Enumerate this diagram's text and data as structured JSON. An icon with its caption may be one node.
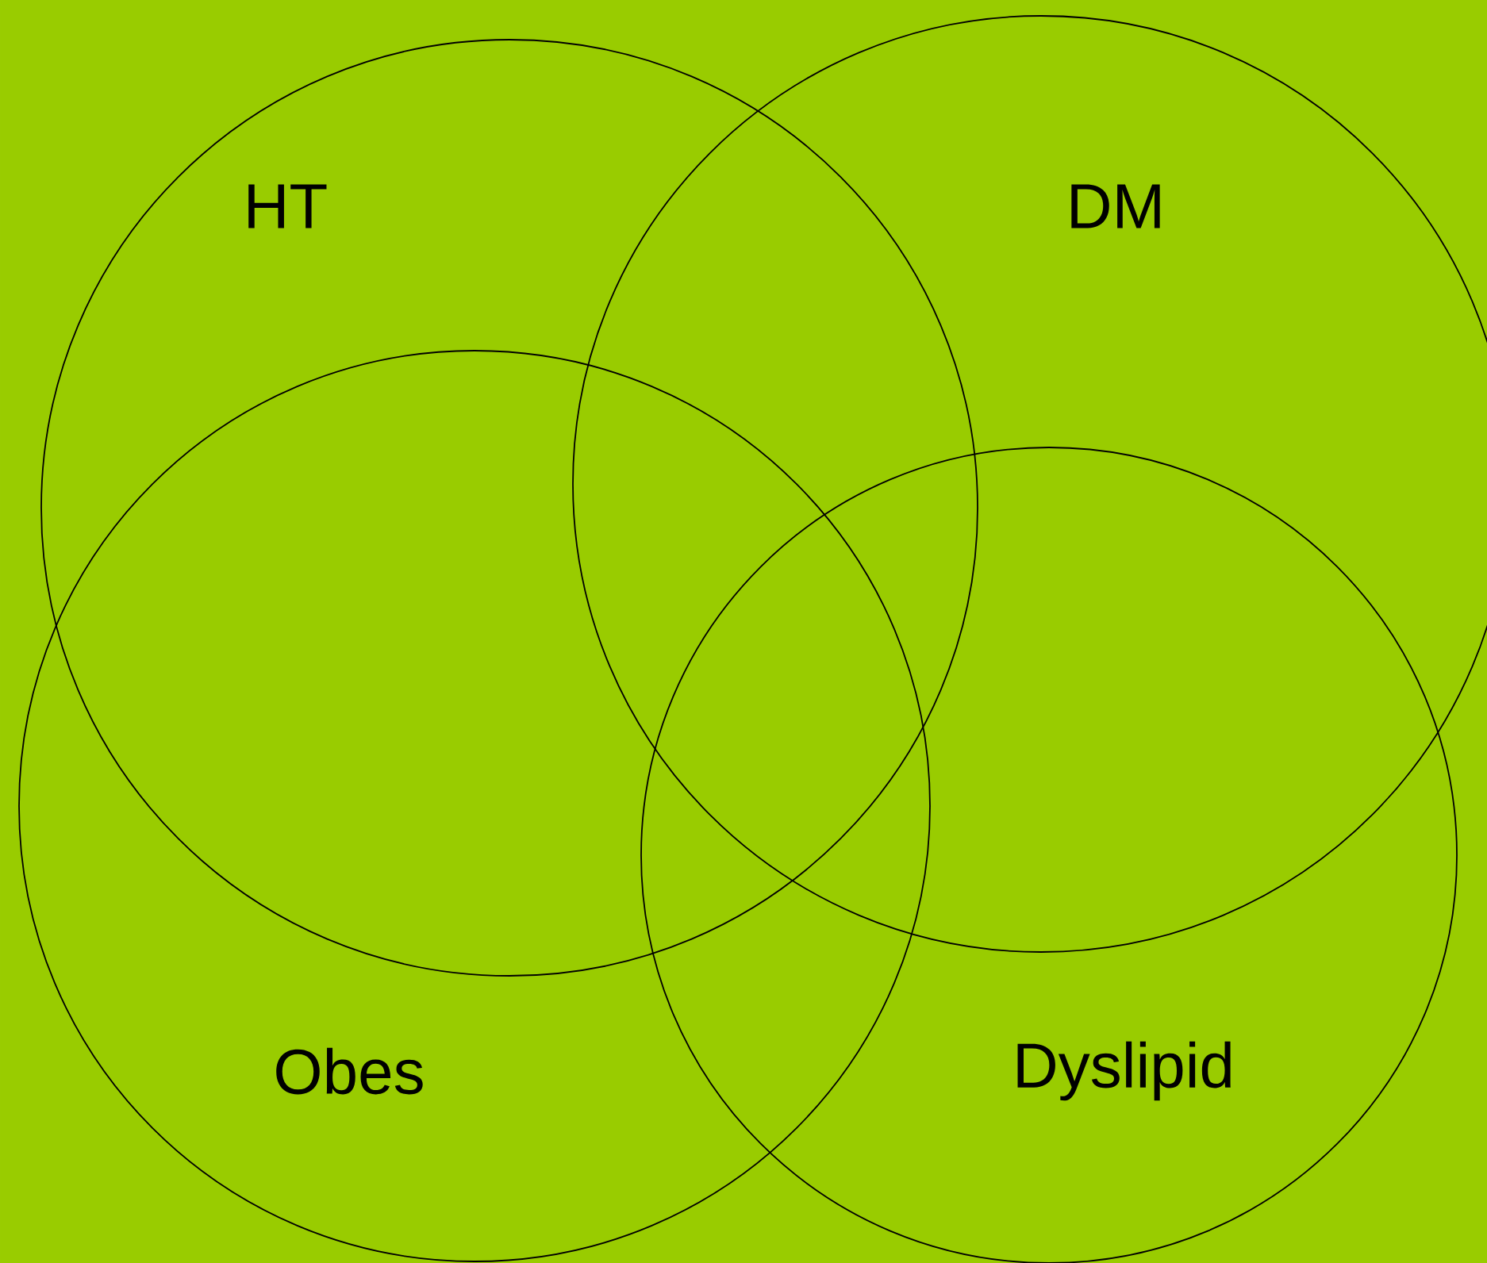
{
  "diagram": {
    "nodes": [
      {
        "text": [
          "HT"
        ]
      },
      {
        "text": [
          "DM"
        ]
      },
      {
        "text": [
          "Obes"
        ]
      },
      {
        "text": [
          "Dyslipid"
        ]
      }
    ]
  }
}
